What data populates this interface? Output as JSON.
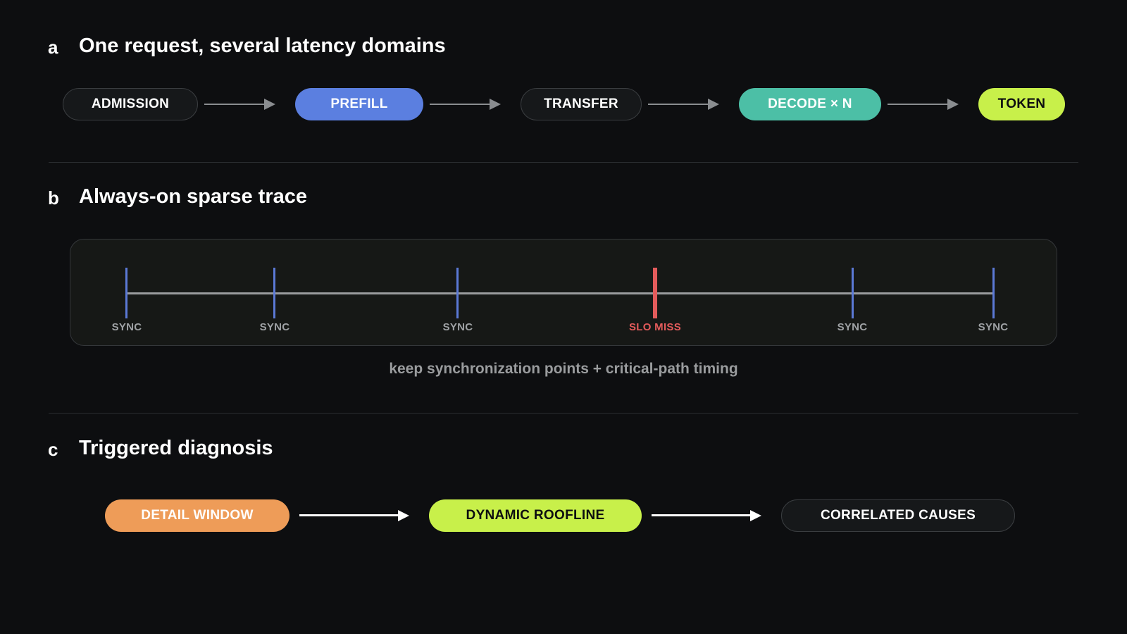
{
  "colors": {
    "background": "#0d0e10",
    "prefill": "#5b7fe0",
    "decode": "#4cbfa6",
    "token": "#c8f04a",
    "detail_window": "#ee9c58",
    "dynamic_roofline": "#c8f04a",
    "sync_tick": "#5b79d6",
    "slo_miss": "#e35b5b"
  },
  "section_a": {
    "letter": "a",
    "title": "One request, several latency domains",
    "stages": [
      "ADMISSION",
      "PREFILL",
      "TRANSFER",
      "DECODE × N",
      "TOKEN"
    ]
  },
  "section_b": {
    "letter": "b",
    "title": "Always-on sparse trace",
    "markers": [
      "SYNC",
      "SYNC",
      "SYNC",
      "SLO MISS",
      "SYNC",
      "SYNC"
    ],
    "caption": "keep synchronization points + critical-path timing"
  },
  "section_c": {
    "letter": "c",
    "title": "Triggered diagnosis",
    "steps": [
      "DETAIL WINDOW",
      "DYNAMIC ROOFLINE",
      "CORRELATED CAUSES"
    ]
  }
}
